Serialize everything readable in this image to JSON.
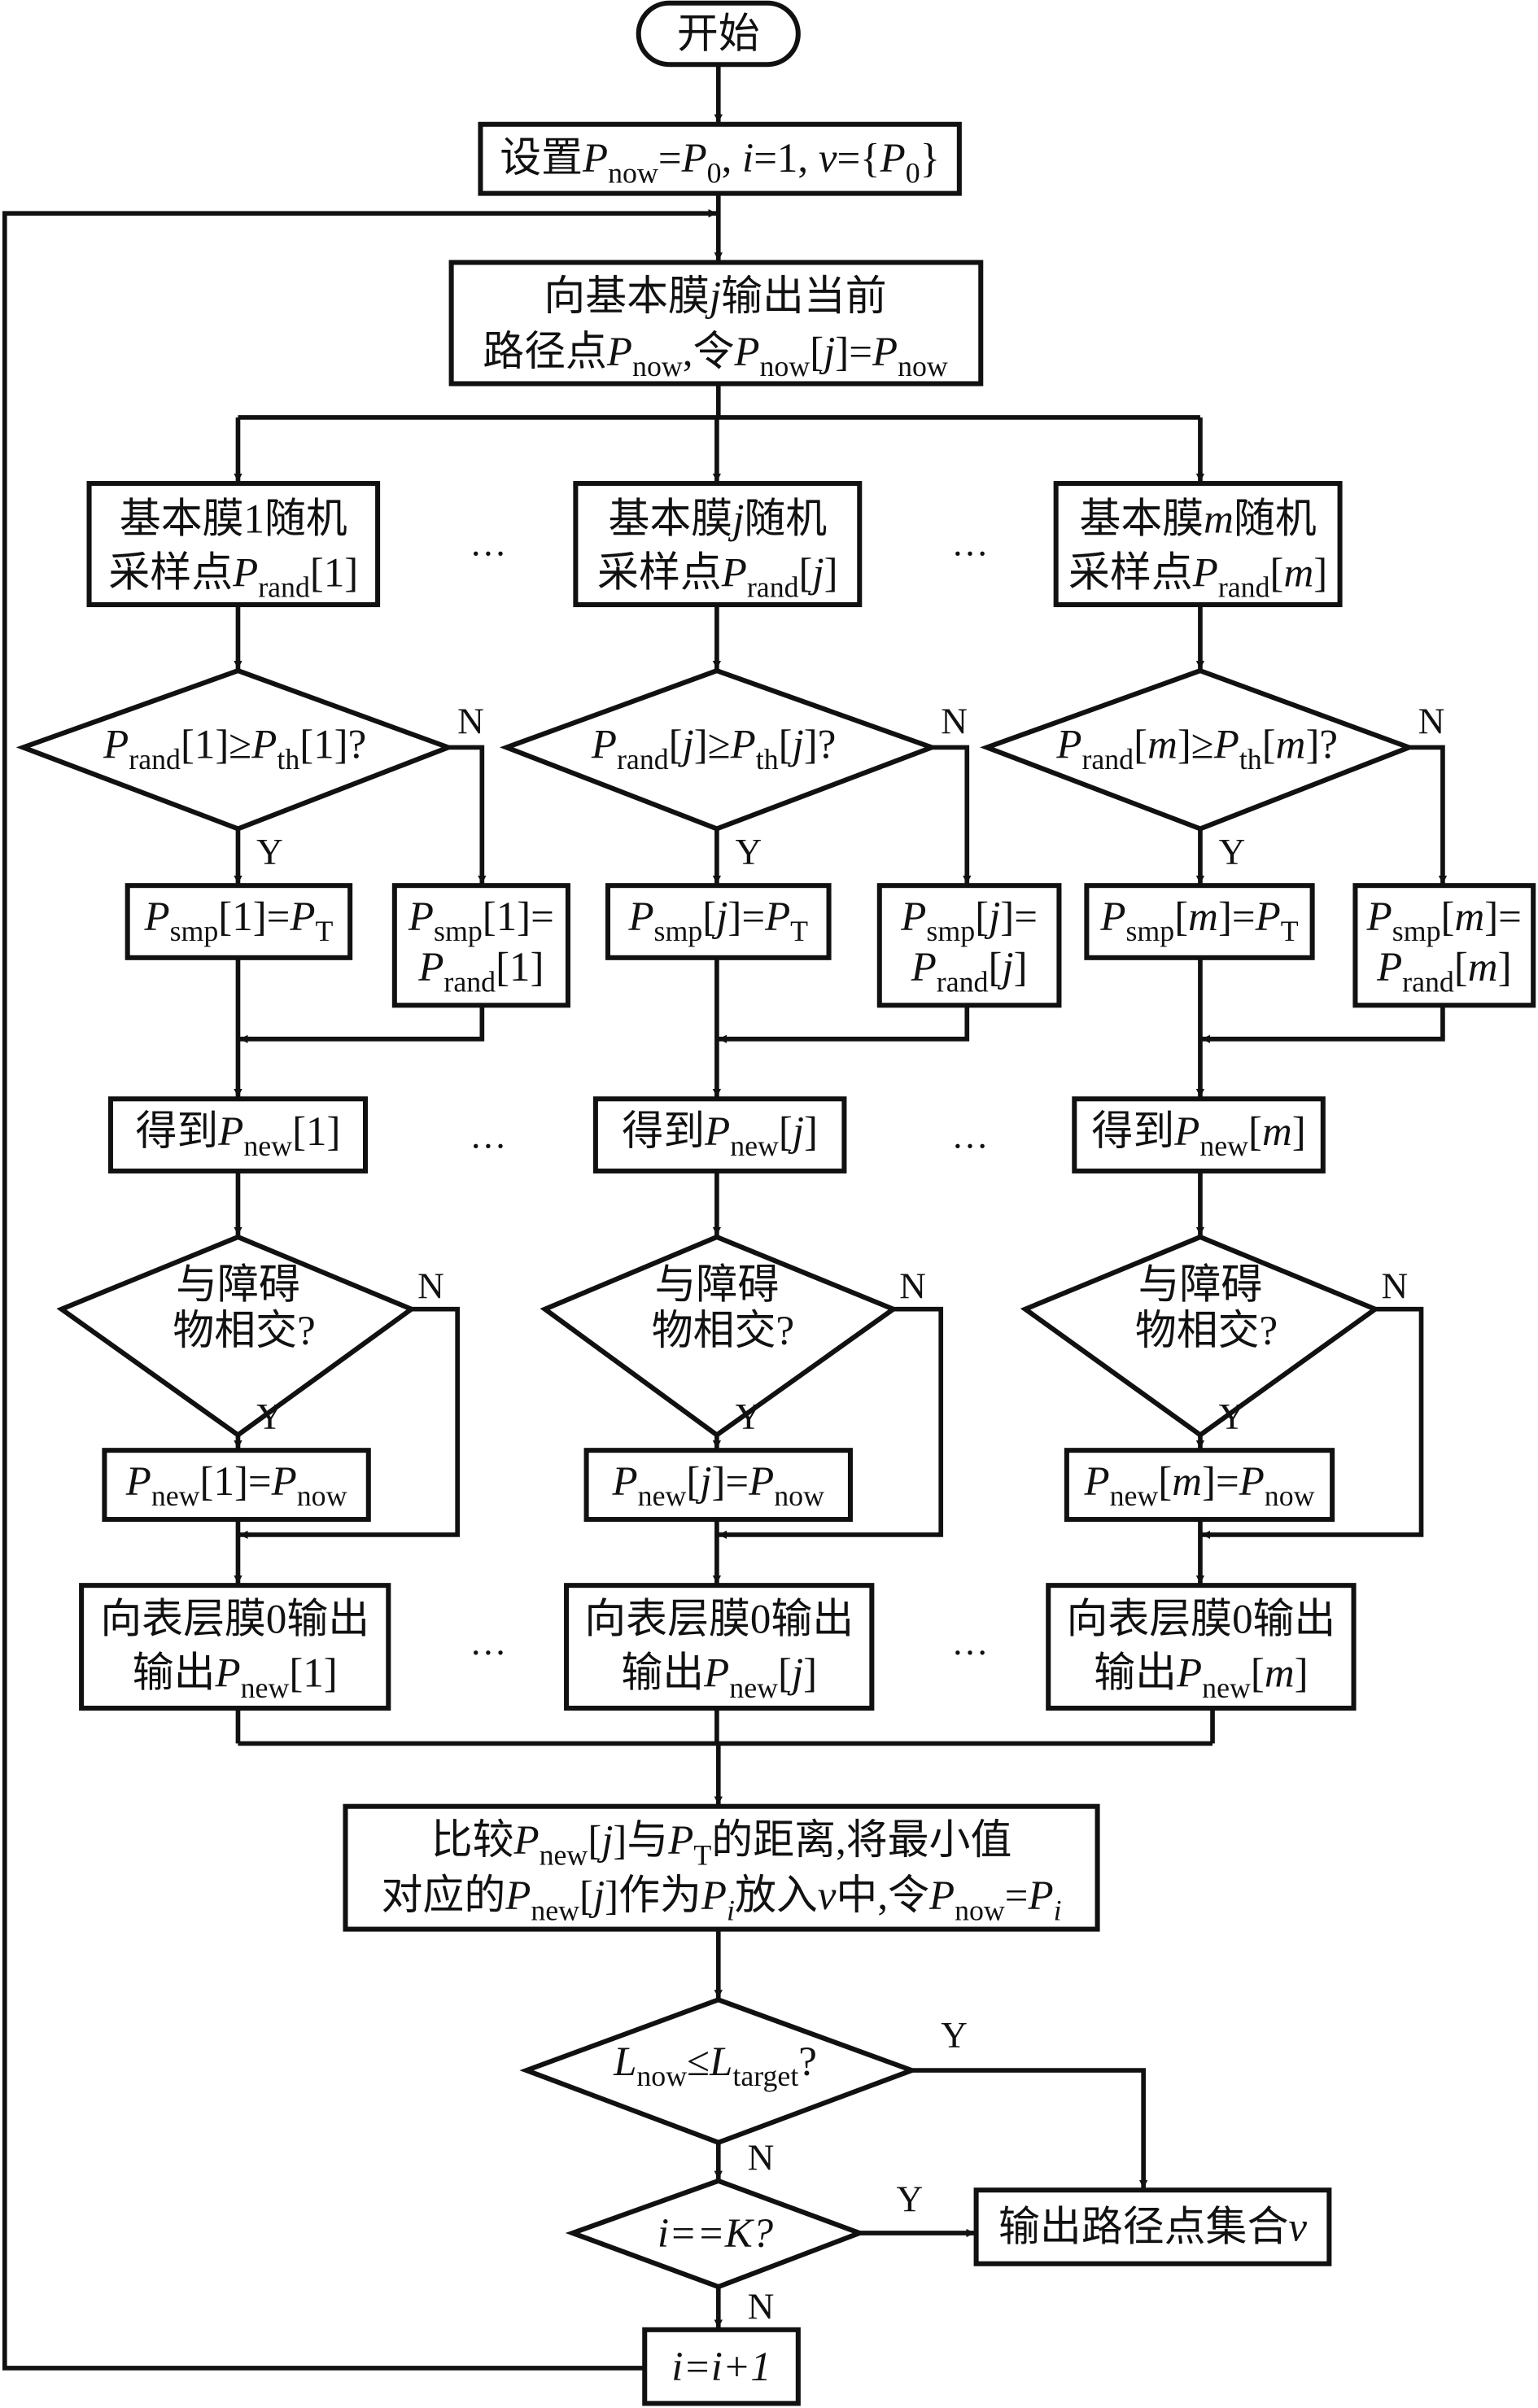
{
  "title": "Membrane-based RRT path planning flowchart",
  "start": {
    "label": "开始"
  },
  "setup": {
    "pre": "设置",
    "P": "P",
    "now": "now",
    "eq1": "=",
    "P0": "P",
    "zero": "0",
    "rest1": ", ",
    "i": "i",
    "rest2": "=1, ",
    "v": "v",
    "rest3": "={",
    "P0b": "P",
    "zerob": "0",
    "close": "}"
  },
  "output_current": {
    "line1_a": "向基本膜",
    "line1_j": "j",
    "line1_b": "输出当前",
    "line2_a": "路径点",
    "line2_rest": "令"
  },
  "columns": [
    {
      "idx": "1",
      "italic": false
    },
    {
      "idx": "j",
      "italic": true
    },
    {
      "idx": "m",
      "italic": true
    }
  ],
  "texts": {
    "basic_membrane": "基本膜",
    "random": "随机",
    "sample_point": "采样点",
    "rand": "rand",
    "th": "th",
    "smp": "smp",
    "T": "T",
    "new": "new",
    "now": "now",
    "got": "得到",
    "obstacle_1": "与障碍",
    "obstacle_2": "物相交?",
    "to_surface": "向表层膜0输出",
    "output": "输出",
    "geq": "≥",
    "q": "?",
    "eq": "="
  },
  "labels": {
    "yes": "Y",
    "no": "N",
    "ellipsis": "…"
  },
  "compare": {
    "l1_a": "比较",
    "l1_b": "与",
    "l1_c": "的距离,将最小值",
    "l2_a": "对应的",
    "l2_b": "作为",
    "l2_c": "放入",
    "l2_v": "v",
    "l2_d": "中,令"
  },
  "decision_L": {
    "L": "L",
    "now": "now",
    "leq": "≤",
    "target": "target",
    "q": "?"
  },
  "decision_K": {
    "text": "i==K?"
  },
  "output_set": {
    "text": "输出路径点集合",
    "v": "v"
  },
  "increment": {
    "text": "i=i+1"
  }
}
